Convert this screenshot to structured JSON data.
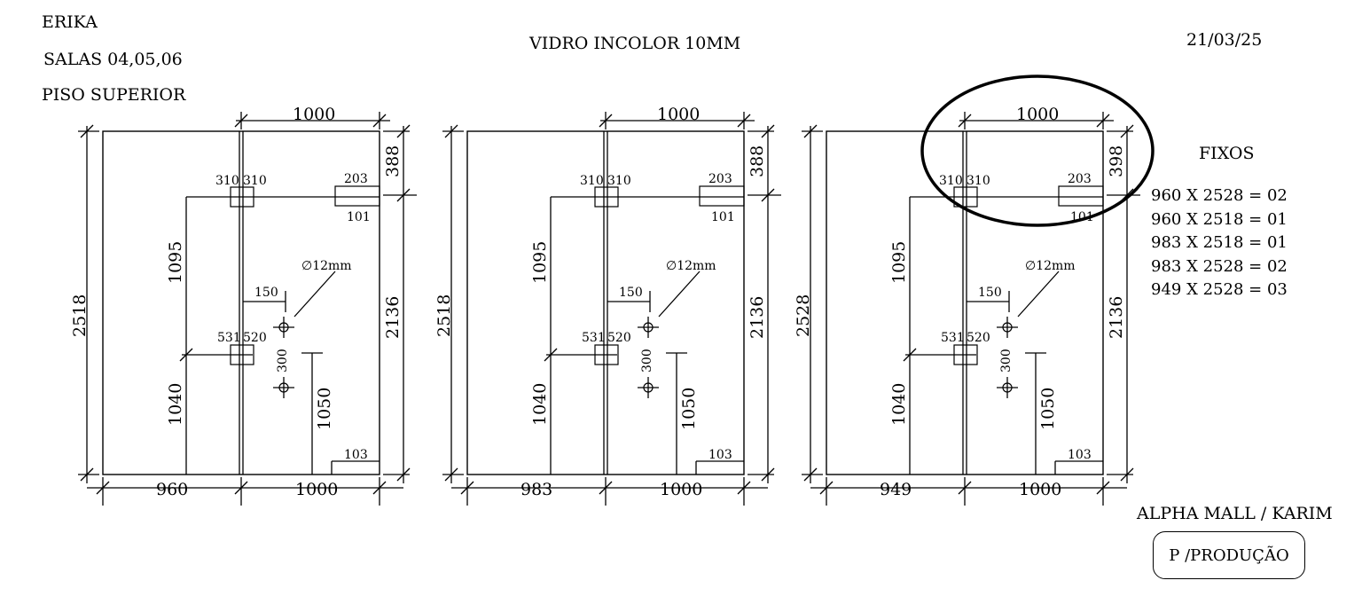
{
  "header": {
    "client": "ERIKA",
    "rooms": "SALAS  04,05,06",
    "floor": "PISO SUPERIOR",
    "material": "VIDRO INCOLOR 10MM",
    "date": "21/03/25"
  },
  "fixos": {
    "title": "FIXOS",
    "items": [
      "960 X 2528 = 02",
      "960 X 2518 = 01",
      "983 X 2518 = 01",
      "983 X 2528 = 02",
      "949 X 2528 = 03"
    ]
  },
  "project": "ALPHA MALL / KARIM",
  "stamp": "P /PRODUÇÃO",
  "panels": [
    {
      "total_height": "2518",
      "fixed_width": "960",
      "door_width": "1000",
      "top_width": "1000",
      "top_gap": "388",
      "right_height": "2136",
      "hinge_top_left": "310",
      "hinge_top_right": "310",
      "hinge_low_left": "531",
      "hinge_low_right": "520",
      "lock_w": "203",
      "lock_h": "101",
      "h_upper": "1095",
      "h_lower": "1040",
      "h_handle": "1050",
      "handle_offset": "150",
      "hole_spacing": "300",
      "hole_dia": "∅12mm",
      "bottom_rail": "103"
    },
    {
      "total_height": "2518",
      "fixed_width": "983",
      "door_width": "1000",
      "top_width": "1000",
      "top_gap": "388",
      "right_height": "2136",
      "hinge_top_left": "310",
      "hinge_top_right": "310",
      "hinge_low_left": "531",
      "hinge_low_right": "520",
      "lock_w": "203",
      "lock_h": "101",
      "h_upper": "1095",
      "h_lower": "1040",
      "h_handle": "1050",
      "handle_offset": "150",
      "hole_spacing": "300",
      "hole_dia": "∅12mm",
      "bottom_rail": "103"
    },
    {
      "total_height": "2528",
      "fixed_width": "949",
      "door_width": "1000",
      "top_width": "1000",
      "top_gap": "398",
      "right_height": "2136",
      "hinge_top_left": "310",
      "hinge_top_right": "310",
      "hinge_low_left": "531",
      "hinge_low_right": "520",
      "lock_w": "203",
      "lock_h": "101",
      "h_upper": "1095",
      "h_lower": "1040",
      "h_handle": "1050",
      "handle_offset": "150",
      "hole_spacing": "300",
      "hole_dia": "∅12mm",
      "bottom_rail": "103"
    }
  ]
}
